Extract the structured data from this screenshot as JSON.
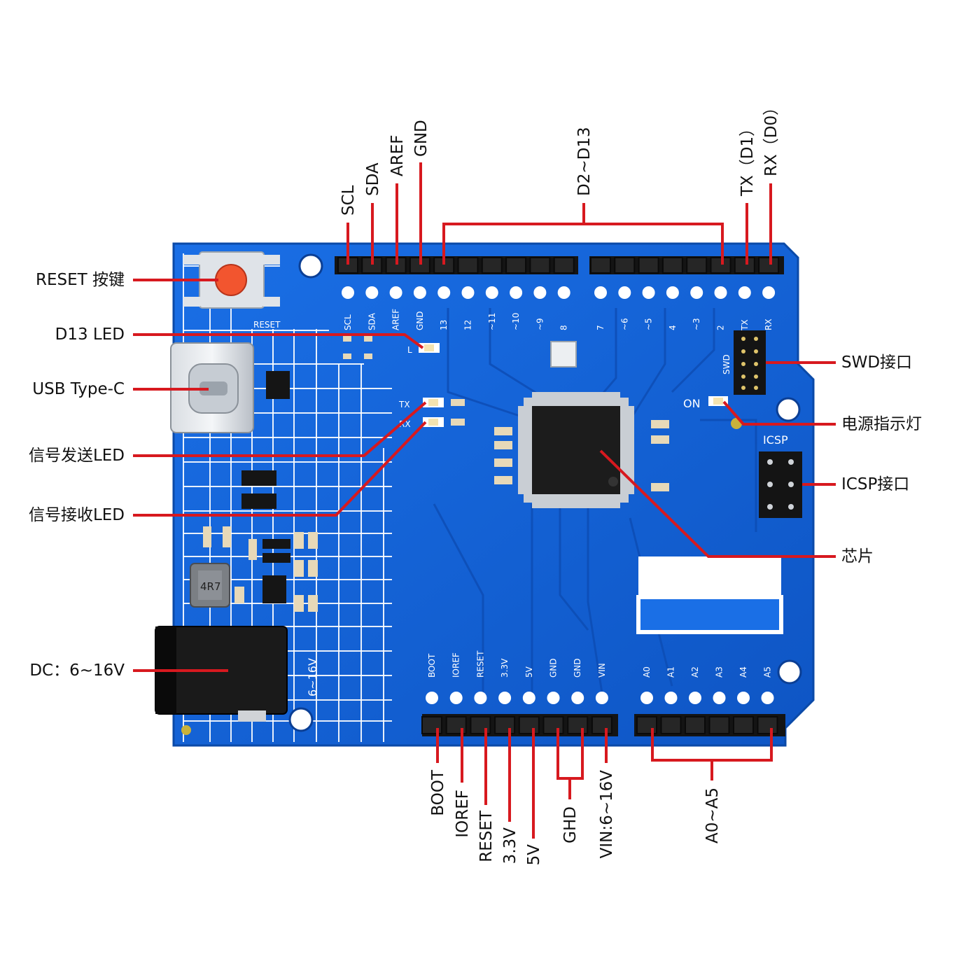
{
  "colors": {
    "board": "#1565d8",
    "board_dark": "#0f4fb8",
    "lead": "#d7191f",
    "header": "#141414",
    "label": "#111111"
  },
  "labels": {
    "left": {
      "reset": "RESET 按键",
      "d13_led": "D13 LED",
      "usb": "USB Type-C",
      "tx_led": "信号发送LED",
      "rx_led": "信号接收LED",
      "dc": "DC：6~16V"
    },
    "right": {
      "swd": "SWD接口",
      "power_led": "电源指示灯",
      "icsp": "ICSP接口",
      "chip": "芯片"
    },
    "top": {
      "scl": "SCL",
      "sda": "SDA",
      "aref": "AREF",
      "gnd": "GND",
      "d2_d13": "D2~D13",
      "tx": "TX（D1）",
      "rx": "RX（D0）"
    },
    "bottom": {
      "boot": "BOOT",
      "ioref": "IOREF",
      "reset": "RESET",
      "v33": "3.3V",
      "v5": "5V",
      "ghd": "GHD",
      "vin": "VIN:6~16V",
      "a0_a5": "A0~A5"
    }
  },
  "silkscreen": {
    "reset": "RESET",
    "tx": "TX",
    "rx": "RX",
    "on": "ON",
    "icsp": "ICSP",
    "swd": "SWD",
    "l": "L",
    "dc_range": "6~16V",
    "inductor": "4R7",
    "top_pins": [
      "SCL",
      "SDA",
      "AREF",
      "GND",
      "13",
      "12",
      "~11",
      "~10",
      "~9",
      "8",
      "7",
      "~6",
      "~5",
      "4",
      "~3",
      "2",
      "TX",
      "RX"
    ],
    "power_pins": [
      "BOOT",
      "IOREF",
      "RESET",
      "3.3V",
      "5V",
      "GND",
      "GND",
      "VIN"
    ],
    "analog_pins": [
      "A0",
      "A1",
      "A2",
      "A3",
      "A4",
      "A5"
    ]
  }
}
